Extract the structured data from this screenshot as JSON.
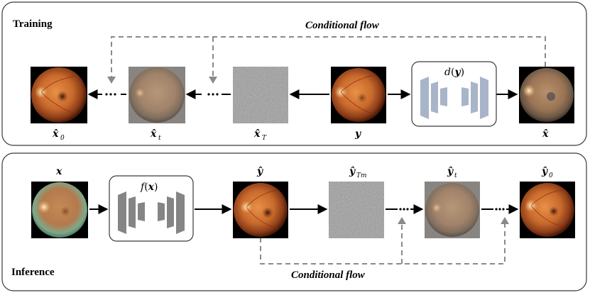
{
  "training": {
    "title": "Training",
    "flow_label": "Conditional flow",
    "labels": {
      "x0": {
        "base": "x̂",
        "sub": "0"
      },
      "xt": {
        "base": "x̂",
        "sub": "t"
      },
      "xT": {
        "base": "x̂",
        "sub": "T"
      },
      "y": {
        "base": "y",
        "sub": ""
      },
      "xhat": {
        "base": "x̂",
        "sub": ""
      }
    },
    "network": {
      "name": "d",
      "arg": "y"
    }
  },
  "inference": {
    "title": "Inference",
    "flow_label": "Conditional flow",
    "labels": {
      "x": {
        "base": "x",
        "sub": ""
      },
      "yhat": {
        "base": "ŷ",
        "sub": ""
      },
      "yTm": {
        "base": "ŷ",
        "sub": "Tm"
      },
      "yt": {
        "base": "ŷ",
        "sub": "t"
      },
      "y0": {
        "base": "ŷ",
        "sub": "0"
      }
    },
    "network": {
      "name": "f",
      "arg": "x"
    }
  },
  "colors": {
    "border": "#3a3a3a",
    "dashed": "#8a8a8a",
    "net_training": "#a8b4c8",
    "net_inference": "#858585",
    "fundus_orange": "#c9692a",
    "fundus_dark": "#6b2a12"
  }
}
